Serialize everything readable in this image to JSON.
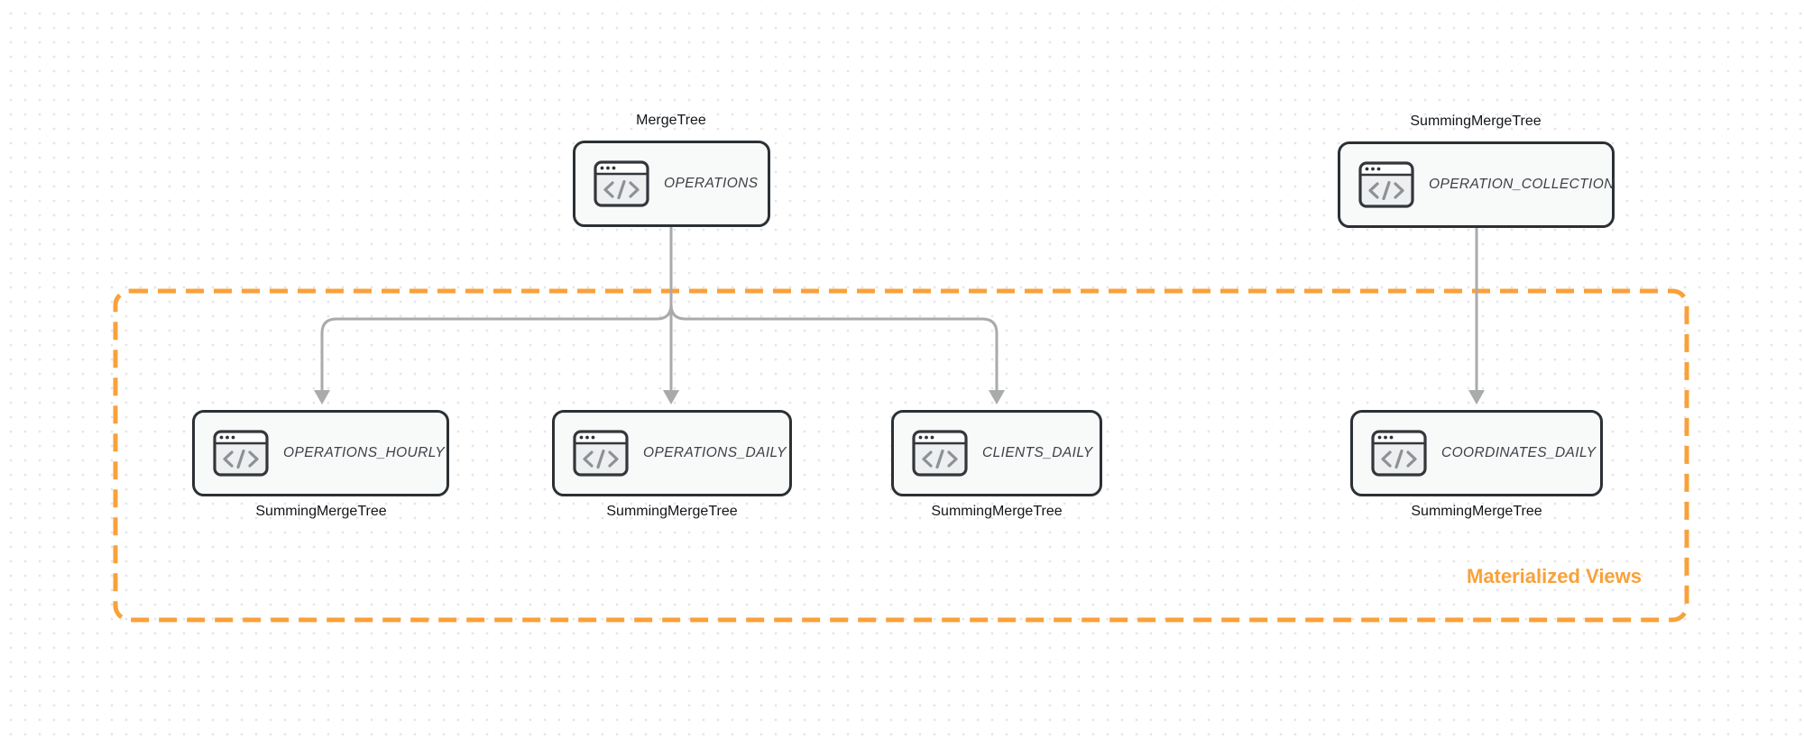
{
  "diagram": {
    "sources": [
      {
        "engine": "MergeTree",
        "table": "OPERATIONS"
      },
      {
        "engine": "SummingMergeTree",
        "table": "OPERATION_COLLECTION"
      }
    ],
    "views": [
      {
        "table": "OPERATIONS_HOURLY",
        "engine": "SummingMergeTree"
      },
      {
        "table": "OPERATIONS_DAILY",
        "engine": "SummingMergeTree"
      },
      {
        "table": "CLIENTS_DAILY",
        "engine": "SummingMergeTree"
      },
      {
        "table": "COORDINATES_DAILY",
        "engine": "SummingMergeTree"
      }
    ],
    "group": {
      "label": "Materialized Views"
    },
    "icons": {
      "node_icon": "code-window-icon"
    },
    "colors": {
      "group_border": "#F9A13A",
      "group_label": "#F9A13A",
      "edge": "#A9AAAB",
      "node_border": "#2B3034",
      "node_fill": "#F8F9F9",
      "node_name_text": "#3C4146",
      "engine_label_text": "#121519",
      "canvas_dot": "#E4E5E8"
    }
  }
}
